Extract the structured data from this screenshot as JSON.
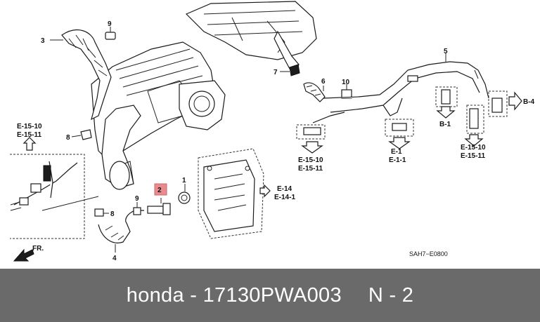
{
  "diagram": {
    "callouts": {
      "c1": "1",
      "c2": "2",
      "c3": "3",
      "c4": "4",
      "c5": "5",
      "c6": "6",
      "c7": "7",
      "c8a": "8",
      "c8b": "8",
      "c9a": "9",
      "c9b": "9",
      "c10": "10"
    },
    "refs": {
      "r_e1510_left_a": "E-15-10",
      "r_e1511_left_b": "E-15-11",
      "r_e14": "E-14",
      "r_e141": "E-14-1",
      "r_e1510_mid_a": "E-15-10",
      "r_e1511_mid_b": "E-15-11",
      "r_e1": "E-1",
      "r_e11": "E-1-1",
      "r_b1": "B-1",
      "r_e1510_right_a": "E-15-10",
      "r_e1511_right_b": "E-15-11",
      "r_b4": "B-4"
    },
    "front_label": "FR.",
    "drawing_code": "SAH7−E0800"
  },
  "footer": {
    "brand_part": "honda - 17130PWA003",
    "position": "N - 2"
  },
  "colors": {
    "highlight": "#e88a8e",
    "footer_bg": "#6a6a6a"
  }
}
